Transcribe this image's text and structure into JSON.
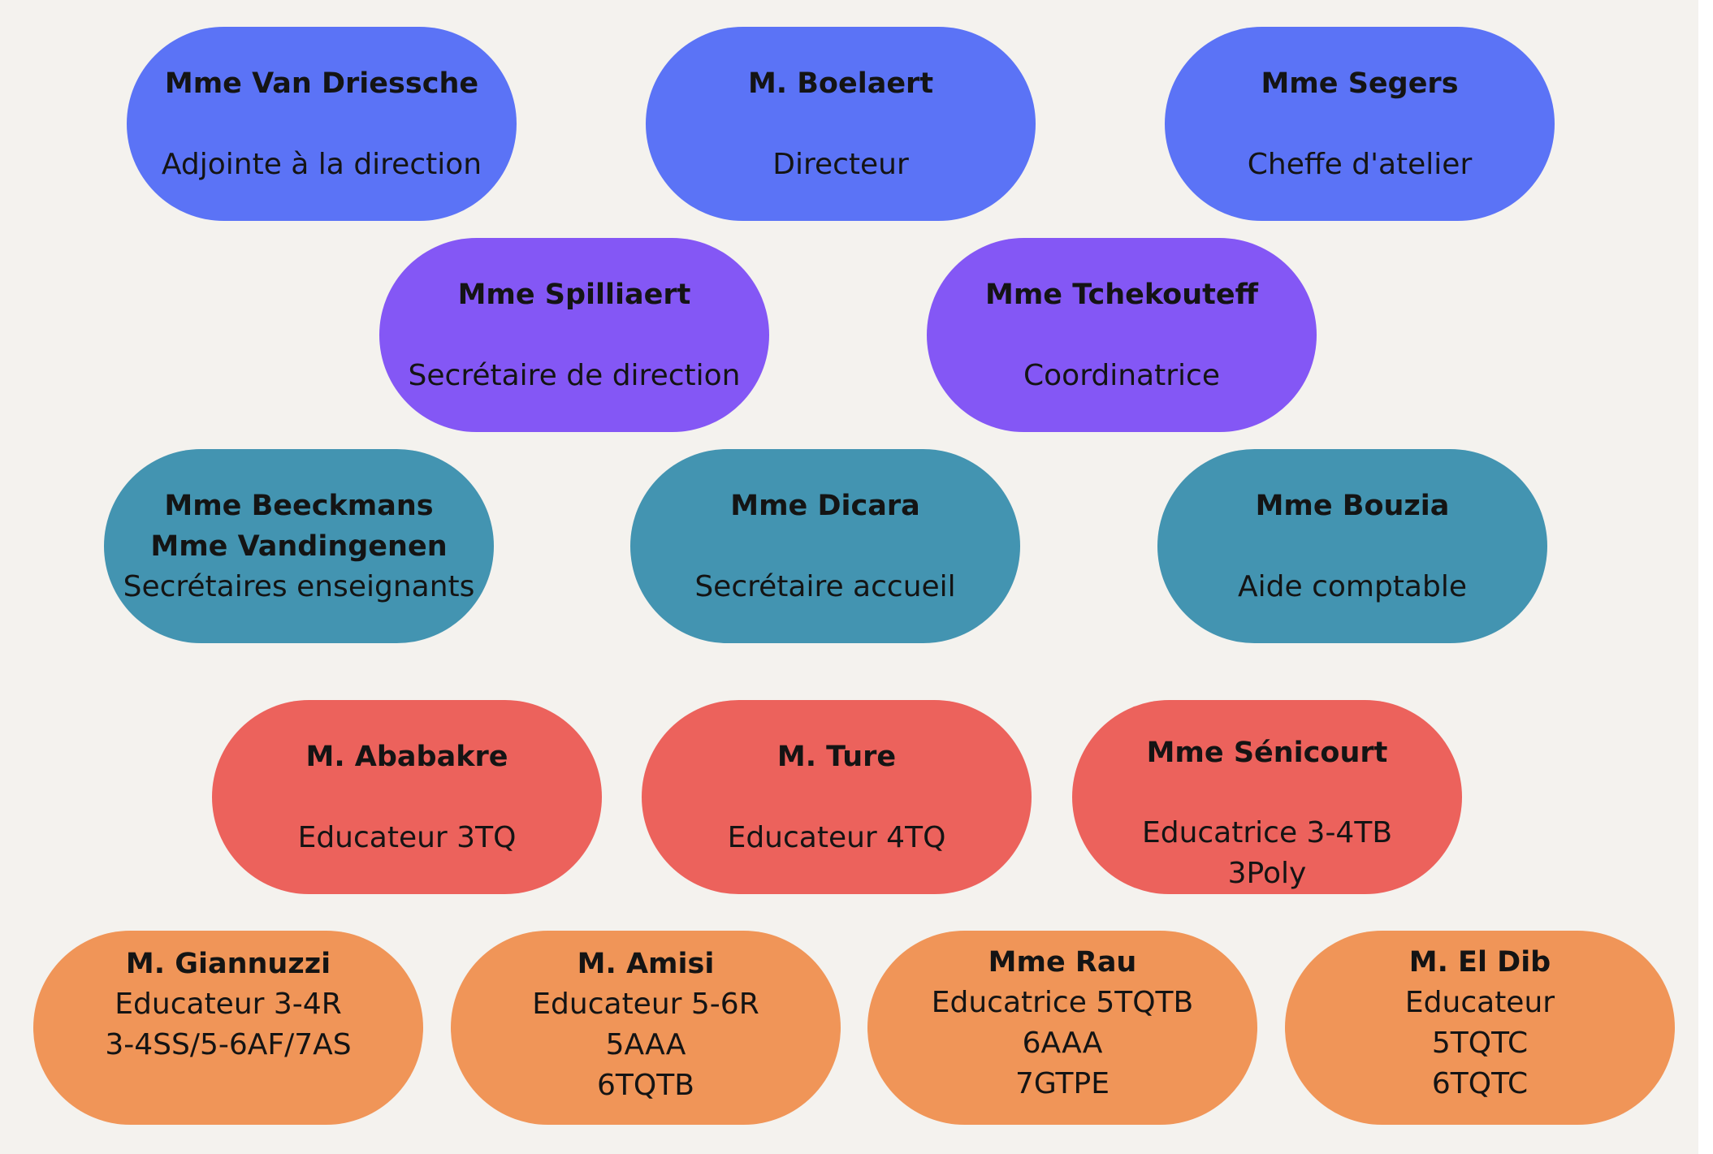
{
  "colors": {
    "background": "#f4f2ee",
    "direction": "#5b73f6",
    "secretariat": "#8457f5",
    "admin": "#4394b1",
    "educators_lower": "#ec625c",
    "educators_upper": "#f09558"
  },
  "nodes": [
    {
      "id": "van-driessche",
      "names": [
        "Mme Van Driessche"
      ],
      "roles": [
        "Adjointe à la direction"
      ]
    },
    {
      "id": "boelaert",
      "names": [
        "M. Boelaert"
      ],
      "roles": [
        "Directeur"
      ]
    },
    {
      "id": "segers",
      "names": [
        "Mme Segers"
      ],
      "roles": [
        "Cheffe d'atelier"
      ]
    },
    {
      "id": "spilliaert",
      "names": [
        "Mme Spilliaert"
      ],
      "roles": [
        "Secrétaire de direction"
      ]
    },
    {
      "id": "tchekouteff",
      "names": [
        "Mme Tchekouteff"
      ],
      "roles": [
        "Coordinatrice"
      ]
    },
    {
      "id": "beeckmans-vandingenen",
      "names": [
        "Mme Beeckmans",
        "Mme Vandingenen"
      ],
      "roles": [
        "Secrétaires enseignants"
      ]
    },
    {
      "id": "dicara",
      "names": [
        "Mme Dicara"
      ],
      "roles": [
        "Secrétaire accueil"
      ]
    },
    {
      "id": "bouzia",
      "names": [
        "Mme Bouzia"
      ],
      "roles": [
        "Aide comptable"
      ]
    },
    {
      "id": "ababakre",
      "names": [
        "M. Ababakre"
      ],
      "roles": [
        "Educateur 3TQ"
      ]
    },
    {
      "id": "ture",
      "names": [
        "M. Ture"
      ],
      "roles": [
        "Educateur 4TQ"
      ]
    },
    {
      "id": "senicourt",
      "names": [
        "Mme Sénicourt"
      ],
      "roles": [
        "Educatrice 3-4TB",
        "3Poly"
      ]
    },
    {
      "id": "giannuzzi",
      "names": [
        "M. Giannuzzi"
      ],
      "roles": [
        "Educateur 3-4R",
        "3-4SS/5-6AF/7AS"
      ]
    },
    {
      "id": "amisi",
      "names": [
        "M. Amisi"
      ],
      "roles": [
        "Educateur 5-6R",
        "5AAA",
        "6TQTB"
      ]
    },
    {
      "id": "rau",
      "names": [
        "Mme Rau"
      ],
      "roles": [
        "Educatrice 5TQTB",
        "6AAA",
        "7GTPE"
      ]
    },
    {
      "id": "el-dib",
      "names": [
        "M. El Dib"
      ],
      "roles": [
        "Educateur",
        "5TQTC",
        "6TQTC"
      ]
    }
  ]
}
